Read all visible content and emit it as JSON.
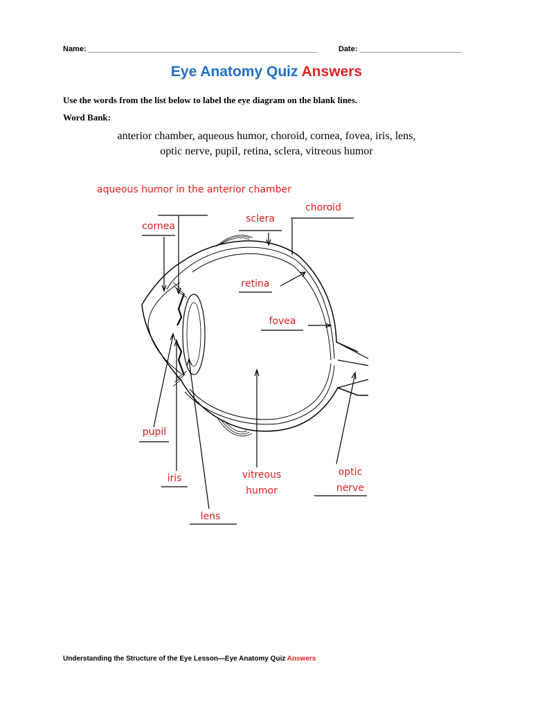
{
  "header": {
    "name_label": "Name: ______________________________________________________",
    "date_label": "Date: ________________________"
  },
  "title": {
    "part1": "Eye Anatomy Quiz",
    "part2": "Answers"
  },
  "instructions": "Use the words from the list below to label the eye diagram on the blank lines.",
  "word_bank": {
    "label": "Word Bank:",
    "line1": "anterior chamber, aqueous humor, choroid, cornea, fovea, iris, lens,",
    "line2": "optic nerve, pupil, retina, sclera, vitreous humor"
  },
  "diagram_labels": {
    "aqueous_humor": "aqueous humor in the anterior chamber",
    "cornea": "cornea",
    "sclera": "sclera",
    "choroid": "choroid",
    "retina": "retina",
    "fovea": "fovea",
    "pupil": "pupil",
    "iris": "iris",
    "vitreous_humor": "vitreous humor",
    "optic_nerve": "optic nerve",
    "lens": "lens"
  },
  "footer": {
    "text": "Understanding the Structure of the Eye Lesson—Eye Anatomy Quiz",
    "highlight": "Answers"
  },
  "colors": {
    "title_blue": "#1f6fc4",
    "answer_red": "#e01b1b"
  }
}
